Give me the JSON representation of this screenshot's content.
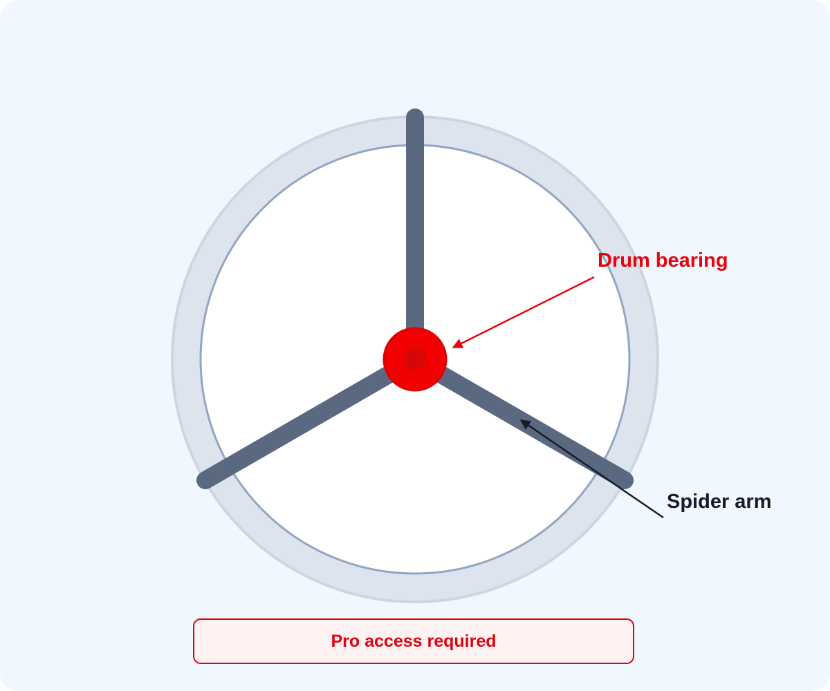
{
  "diagram": {
    "labels": {
      "drum_bearing": "Drum bearing",
      "spider_arm": "Spider arm"
    },
    "colors": {
      "background": "#f1f7fe",
      "drum_outer_ring": "#dde4ed",
      "drum_outer_stroke": "#ccd6e3",
      "drum_inner_fill": "#ffffff",
      "drum_inner_stroke": "#92a6c2",
      "spider_arm": "#5a6880",
      "bearing": "#f20101",
      "bearing_core": "#d60707",
      "drum_bearing_callout": "#e9020a",
      "spider_arm_callout": "#141b2b"
    }
  },
  "banner": {
    "text": "Pro access required",
    "accent": "#e3010b"
  }
}
